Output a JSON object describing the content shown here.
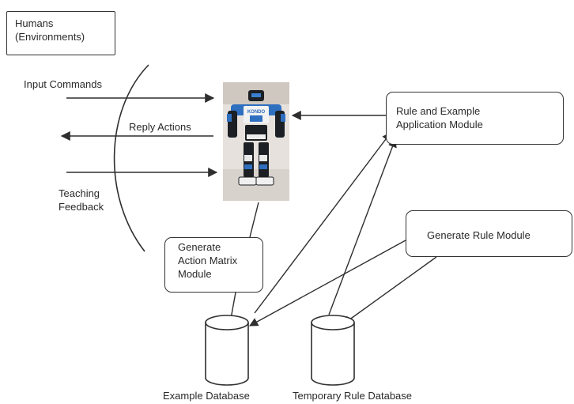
{
  "nodes": {
    "humans": "Humans\n(Environments)",
    "rule_app_module": "Rule and Example\n        Application Module",
    "generate_rule_module": "Generate Rule Module",
    "generate_action_module": "Generate\nAction Matrix\nModule"
  },
  "edges": {
    "input_commands": "Input Commands",
    "reply_actions": "Reply Actions",
    "teaching_feedback": "Teaching\nFeedback"
  },
  "databases": {
    "example_db": "Example Database",
    "temp_rule_db": "Temporary Rule Database"
  },
  "robot_logo": "KONDO",
  "colors": {
    "line": "#2e2e2e",
    "robot_blue": "#2f6fc0",
    "robot_dark": "#1c1f24"
  }
}
